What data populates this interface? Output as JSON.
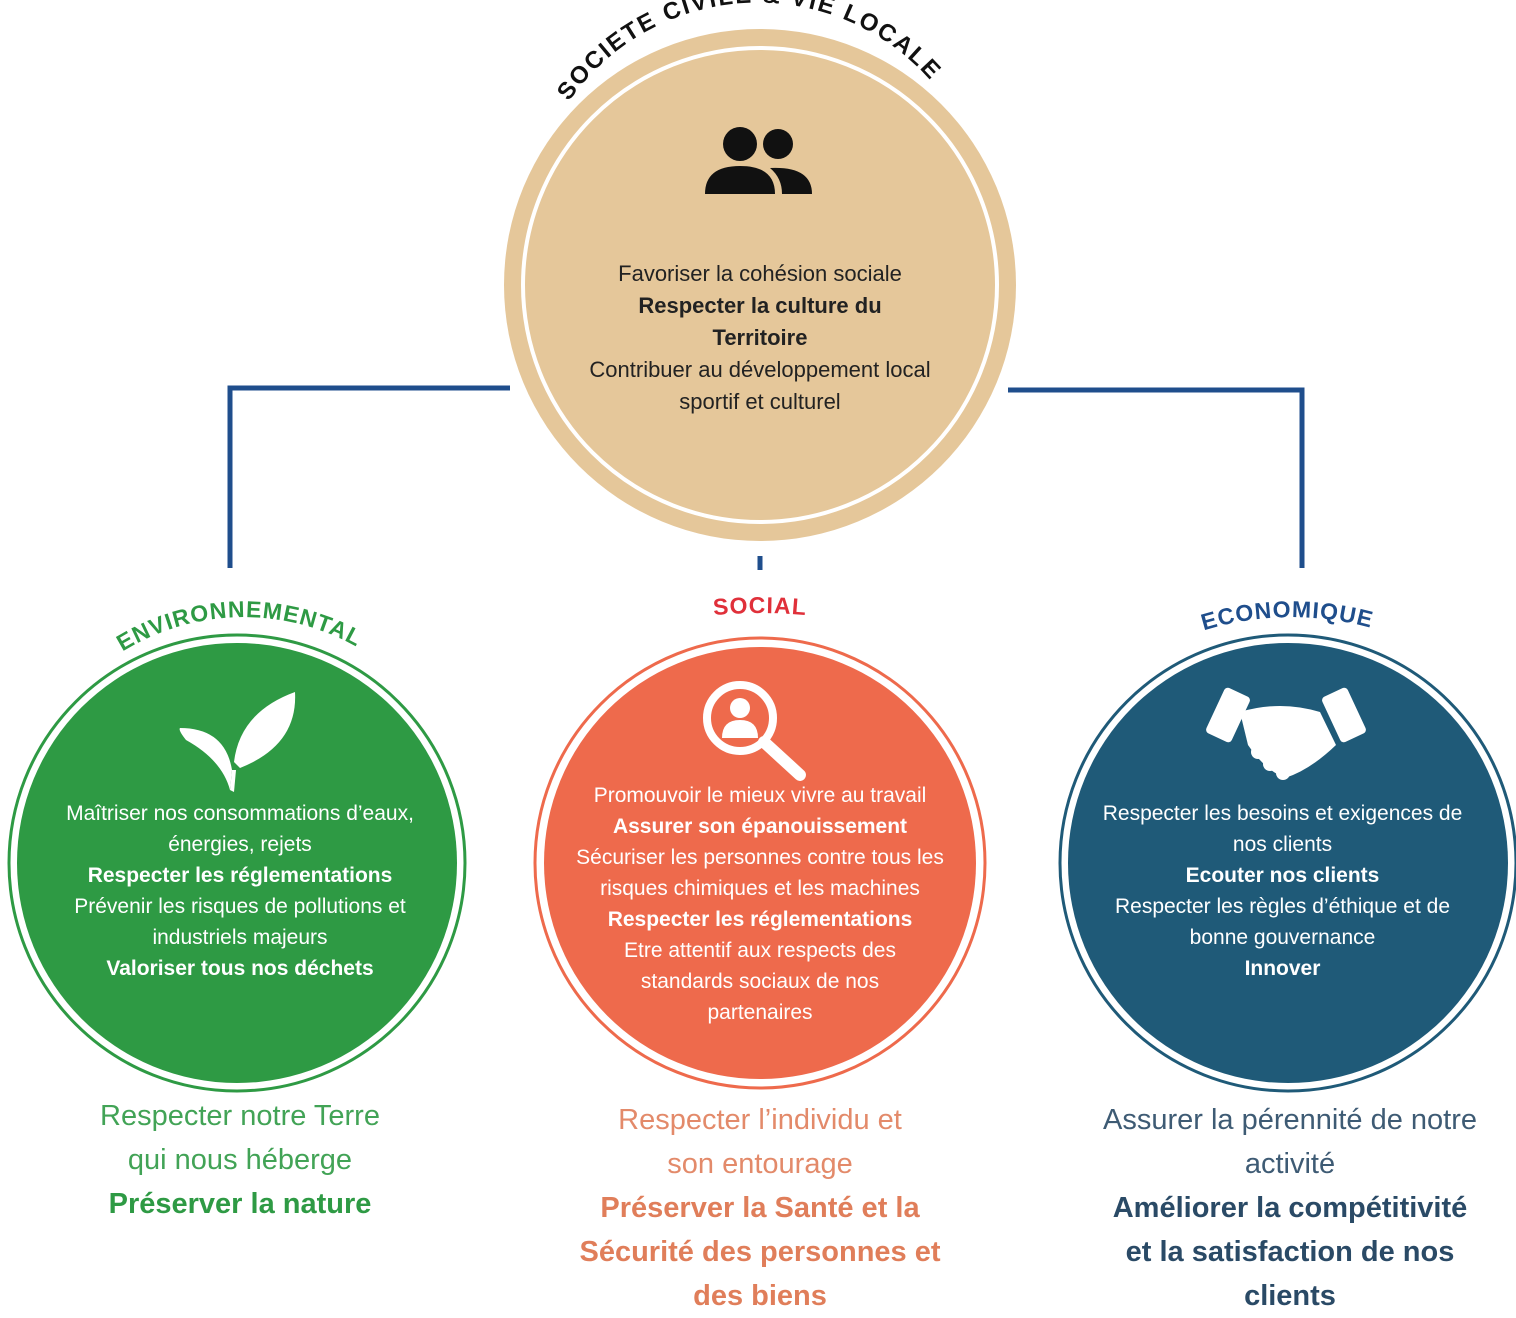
{
  "top": {
    "arc_title": "SOCIETE CIVILE & VIE LOCALE",
    "icon": "people-icon",
    "lines": [
      {
        "text": "Favoriser la cohésion sociale",
        "bold": false
      },
      {
        "text": "Respecter la culture du",
        "bold": true
      },
      {
        "text": "Territoire",
        "bold": true
      },
      {
        "text": "Contribuer au développement local",
        "bold": false
      },
      {
        "text": "sportif et culturel",
        "bold": false
      }
    ],
    "color": "#e5c79a"
  },
  "environnemental": {
    "arc_title": "ENVIRONNEMENTAL",
    "icon": "leaf-sprout-icon",
    "color": "#2e9a44",
    "lines": [
      {
        "text": "Maîtriser nos consommations d’eaux,",
        "bold": false
      },
      {
        "text": "énergies, rejets",
        "bold": false
      },
      {
        "text": "Respecter les réglementations",
        "bold": true
      },
      {
        "text": "Prévenir les risques de pollutions et",
        "bold": false
      },
      {
        "text": "industriels majeurs",
        "bold": false
      },
      {
        "text": "Valoriser tous nos déchets",
        "bold": true
      }
    ],
    "caption_light": [
      "Respecter notre Terre",
      "qui nous héberge"
    ],
    "caption_bold": [
      "Préserver la nature"
    ]
  },
  "social": {
    "arc_title": "SOCIAL",
    "icon": "person-search-icon",
    "color": "#ee6a4c",
    "lines": [
      {
        "text": "Promouvoir le mieux vivre au travail",
        "bold": false
      },
      {
        "text": "Assurer son épanouissement",
        "bold": true
      },
      {
        "text": "Sécuriser les personnes contre tous les",
        "bold": false
      },
      {
        "text": "risques chimiques et les machines",
        "bold": false
      },
      {
        "text": "Respecter les réglementations",
        "bold": true
      },
      {
        "text": "Etre attentif aux respects des",
        "bold": false
      },
      {
        "text": "standards sociaux de nos",
        "bold": false
      },
      {
        "text": "partenaires",
        "bold": false
      }
    ],
    "caption_light": [
      "Respecter l’individu et",
      "son entourage"
    ],
    "caption_bold": [
      "Préserver la Santé et la",
      "Sécurité des personnes et",
      "des biens"
    ]
  },
  "economique": {
    "arc_title": "ECONOMIQUE",
    "icon": "handshake-icon",
    "color": "#1f5a78",
    "lines": [
      {
        "text": "Respecter les besoins et exigences de",
        "bold": false
      },
      {
        "text": "nos clients",
        "bold": false
      },
      {
        "text": "Ecouter nos clients",
        "bold": true
      },
      {
        "text": "Respecter les règles d’éthique et de",
        "bold": false
      },
      {
        "text": "bonne gouvernance",
        "bold": false
      },
      {
        "text": "Innover",
        "bold": true
      }
    ],
    "caption_light": [
      "Assurer la pérennité de notre",
      "activité"
    ],
    "caption_bold": [
      "Améliorer la compétitivité",
      "et la satisfaction de nos",
      "clients"
    ]
  },
  "connector_color": "#1f4e8c"
}
